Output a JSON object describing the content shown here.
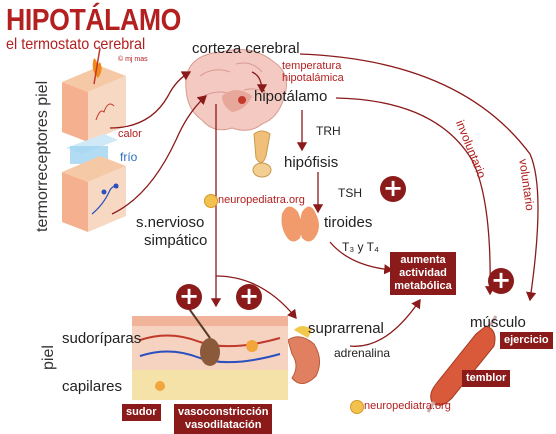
{
  "title": "HIPOTÁLAMO",
  "subtitle": "el termostato cerebral",
  "credit": "© mj mas",
  "labels": {
    "cortex": "corteza cerebral",
    "temp_line1": "temperatura",
    "temp_line2": "hipotalámica",
    "hypothalamus": "hipotálamo",
    "trh": "TRH",
    "pituitary": "hipófisis",
    "tsh": "TSH",
    "thyroid": "tiroides",
    "hormones": "T₃ y T₄",
    "sympathetic_line1": "s.nervioso",
    "sympathetic_line2": "simpático",
    "skin_receptors": "termorreceptores piel",
    "heat": "calor",
    "cold": "frío",
    "skin": "piel",
    "sweat_glands": "sudoríparas",
    "capillaries": "capilares",
    "adrenal": "suprarrenal",
    "adrenaline": "adrenalina",
    "muscle": "músculo",
    "involuntary": "involuntario",
    "voluntary": "voluntario",
    "watermark": "neuropediatra.org"
  },
  "boxes": {
    "metabolic_line1": "aumenta",
    "metabolic_line2": "actividad",
    "metabolic_line3": "metabólica",
    "exercise": "ejercicio",
    "tremor": "temblor",
    "sweat": "sudor",
    "vaso_line1": "vasoconstricción",
    "vaso_line2": "vasodilatación"
  },
  "plus_symbol": "+",
  "colors": {
    "accent": "#b3201f",
    "box": "#8b1a1a",
    "arrow": "#8b1a1a",
    "cold": "#2a6fbf"
  }
}
